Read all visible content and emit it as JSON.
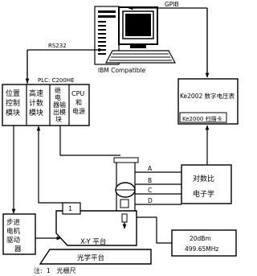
{
  "links": {
    "gpib": "GPIB",
    "rs232": "RS232",
    "plc": "PLC: C200HE"
  },
  "computer": {
    "label": "IBM Compatible"
  },
  "plc_modules": {
    "position_control": [
      "位置",
      "控制",
      "模块"
    ],
    "high_speed_counter": [
      "高速",
      "计数",
      "模块"
    ],
    "relay_output": [
      "继",
      "电",
      "器输",
      "出模",
      "块"
    ],
    "cpu_power": [
      "CPU",
      "和",
      "电源"
    ]
  },
  "voltmeter": {
    "label": "Ke2002 数字电压表",
    "scan_card": "Ke2000 扫描卡"
  },
  "ratio_box": {
    "line1": "对数比",
    "line2": "电子学"
  },
  "signal_lines": [
    "A",
    "B",
    "C",
    "D"
  ],
  "stepper_driver": [
    "步进",
    "电机",
    "驱动",
    "器"
  ],
  "xy_stage": {
    "label": "X-Y 平台",
    "marker": "1"
  },
  "optical_table": "光学平台",
  "rf_source": {
    "power": "20dBm",
    "frequency": "499.65MHz"
  },
  "note": "注:  1   光栅尺"
}
